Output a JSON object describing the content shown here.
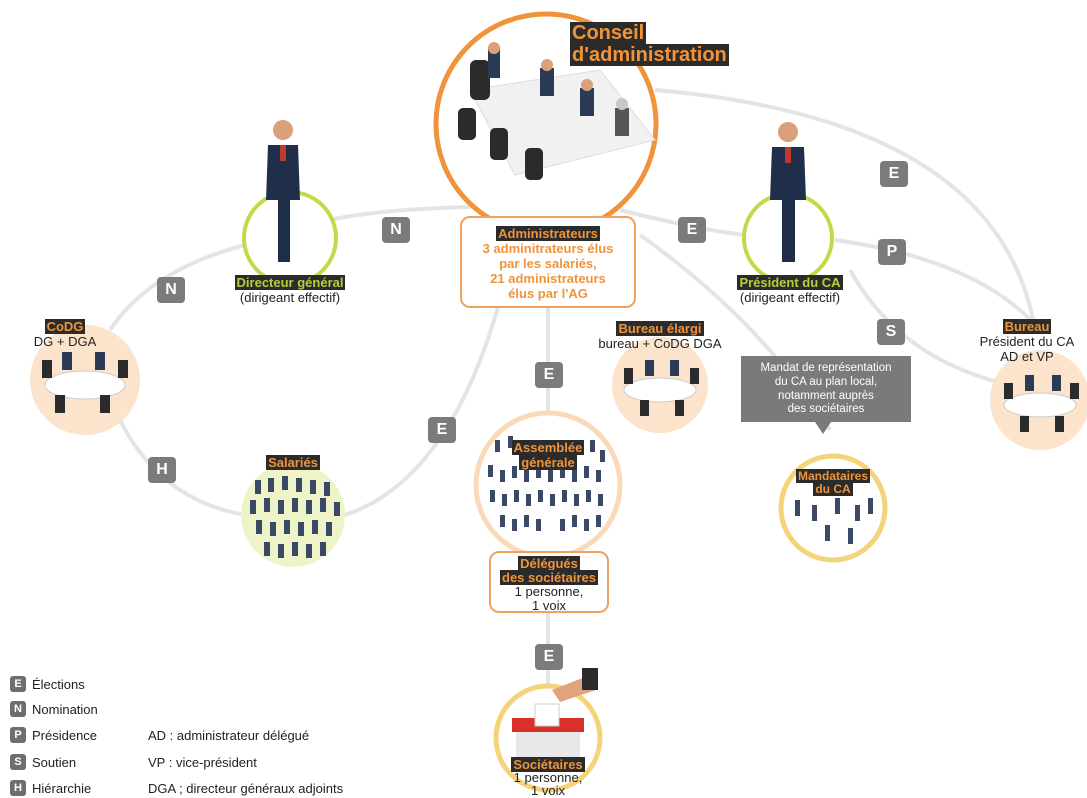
{
  "board": {
    "title_line1": "Conseil",
    "title_line2": "d'administration"
  },
  "administrators": {
    "title": "Administrateurs",
    "line1": "3 adminitrateurs élus",
    "line2": "par les salariés,",
    "line3": "21 administrateurs",
    "line4": "élus par l'AG"
  },
  "dg": {
    "title": "Directeur général",
    "subtitle": "(dirigeant effectif)"
  },
  "president": {
    "title": "Président du CA",
    "subtitle": "(dirigeant effectif)"
  },
  "codg": {
    "title": "CoDG",
    "subtitle": "DG + DGA"
  },
  "bureau_elargi": {
    "title": "Bureau élargi",
    "subtitle": "bureau + CoDG DGA"
  },
  "bureau": {
    "title": "Bureau",
    "line1": "Président du CA",
    "line2": "AD et VP"
  },
  "salaries": {
    "title": "Salariés"
  },
  "ag": {
    "title_line1": "Assemblée",
    "title_line2": "générale"
  },
  "delegates": {
    "title_line1": "Délégués",
    "title_line2": "des sociétaires",
    "line1": "1 personne,",
    "line2": "1 voix"
  },
  "mandate_callout": {
    "line1": "Mandat de représentation",
    "line2": "du CA au plan local,",
    "line3": "notamment auprès",
    "line4": "des sociétaires"
  },
  "mandataires": {
    "title_line1": "Mandataires",
    "title_line2": "du CA"
  },
  "societaires": {
    "title": "Sociétaires",
    "line1": "1 personne,",
    "line2": "1 voix"
  },
  "badges": {
    "E": "E",
    "N": "N",
    "P": "P",
    "S": "S",
    "H": "H"
  },
  "legend": [
    {
      "key": "E",
      "label": "Élections"
    },
    {
      "key": "N",
      "label": "Nomination"
    },
    {
      "key": "P",
      "label": "Présidence"
    },
    {
      "key": "S",
      "label": "Soutien"
    },
    {
      "key": "H",
      "label": "Hiérarchie"
    }
  ],
  "abbreviations": [
    "AD : administrateur délégué",
    "VP : vice-président",
    "DGA ; directeur généraux adjoints"
  ],
  "colors": {
    "orange": "#f0933a",
    "peach": "#fbd9b8",
    "green": "#c2d94a",
    "yellow": "#f5d37a",
    "grey": "#7b7b7b",
    "dark": "#2b2b2b"
  }
}
